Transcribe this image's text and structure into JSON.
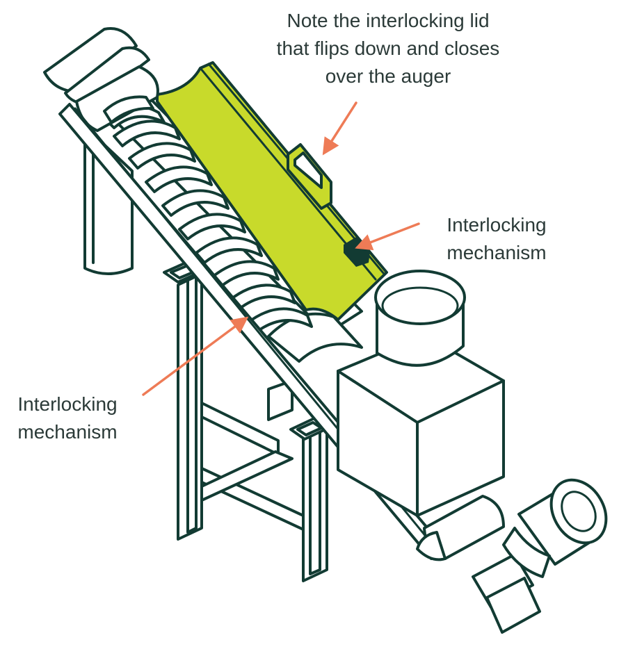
{
  "labels": {
    "lid_note": [
      "Note the interlocking lid",
      "that flips down and closes",
      "over the auger"
    ],
    "mechanism_right": [
      "Interlocking",
      "mechanism"
    ],
    "mechanism_left": [
      "Interlocking",
      "mechanism"
    ]
  },
  "colors": {
    "ink": "#123b33",
    "lid": "#c8da2b",
    "arrow": "#ee7b56",
    "text": "#2b3a38"
  }
}
